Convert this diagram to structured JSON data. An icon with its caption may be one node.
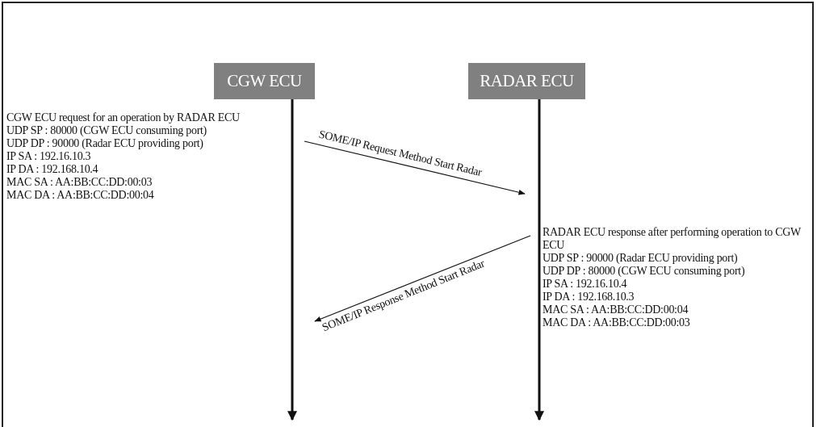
{
  "diagram": {
    "nodes": [
      {
        "text": [
          "CGW ECU"
        ]
      },
      {
        "text": [
          "RADAR ECU"
        ]
      }
    ],
    "edges": [
      {
        "from": 0,
        "to": 1,
        "arrow": "to",
        "label": "SOME/IP Request Method Start Radar"
      },
      {
        "from": 1,
        "to": 0,
        "arrow": "to",
        "label": "SOME/IP Response Method Start Radar"
      }
    ],
    "labels": [
      "CGW ECU request for an operation by RADAR ECU",
      "UDP SP : 80000 (CGW ECU consuming port)",
      "UDP DP : 90000 (Radar ECU providing port)",
      "IP SA : 192.16.10.3",
      "IP DA : 192.168.10.4",
      "MAC SA : AA:BB:CC:DD:00:03",
      "MAC DA : AA:BB:CC:DD:00:04",
      "RADAR ECU response after performing operation to CGW ECU",
      "UDP SP : 90000 (Radar ECU providing port)",
      "UDP DP : 80000 (CGW ECU consuming port)",
      "IP SA : 192.16.10.4",
      "IP DA : 192.168.10.3",
      "MAC SA : AA:BB:CC:DD:00:04",
      "MAC DA : AA:BB:CC:DD:00:03"
    ]
  }
}
